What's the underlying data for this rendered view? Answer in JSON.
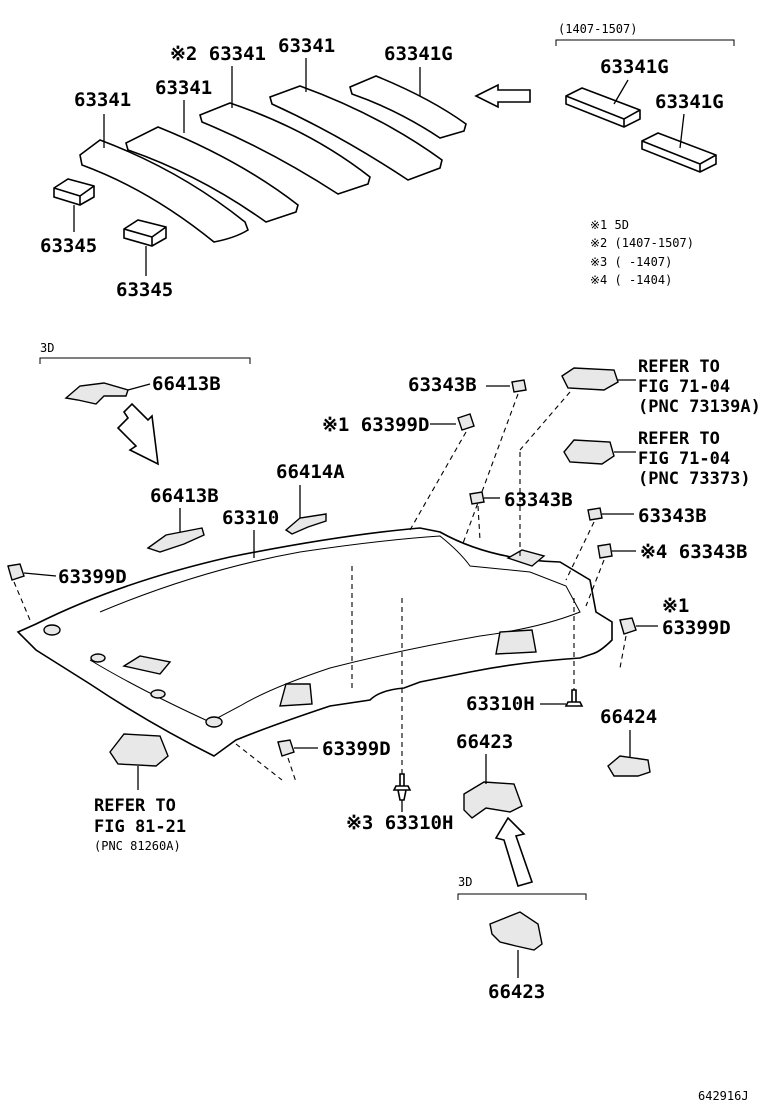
{
  "labels": {
    "top_left_63341": "63341",
    "mid_63341": "63341",
    "note2_63341": "※2 63341",
    "top_63341": "63341",
    "g_63341": "63341G",
    "ins1_g": "63341G",
    "ins2_g": "63341G",
    "pad_63345_a": "63345",
    "pad_63345_b": "63345",
    "clip_66413b_a": "66413B",
    "clip_66413b_b": "66413B",
    "clip_66414a": "66414A",
    "headliner_63310": "63310",
    "d_63399_left": "63399D",
    "d_63399_top": "※1 63399D",
    "d_63399_right": "63399D",
    "d_63399_right_note": "※1",
    "d_63399_bottom": "63399D",
    "b_63343_top": "63343B",
    "b_63343_mid1": "63343B",
    "b_63343_mid2": "63343B",
    "b_63343_note4": "※4 63343B",
    "h_63310_a": "63310H",
    "h_63310_b": "※3 63310H",
    "v_66424": "66424",
    "v_66423_a": "66423",
    "v_66423_b": "66423"
  },
  "insets": {
    "top_right_title": "(1407-1507)",
    "left_3d": "3D",
    "bottom_3d": "3D"
  },
  "notes": [
    "※1 5D",
    "※2 (1407-1507)",
    "※3 (     -1407)",
    "※4 (     -1404)"
  ],
  "refs": {
    "ref1": [
      "REFER TO",
      "FIG 71-04",
      "(PNC 73139A)"
    ],
    "ref2": [
      "REFER TO",
      "FIG 71-04",
      "(PNC 73373)"
    ],
    "ref3": [
      "REFER TO",
      "FIG 81-21",
      "(PNC 81260A)"
    ]
  },
  "diagram_id": "642916J"
}
